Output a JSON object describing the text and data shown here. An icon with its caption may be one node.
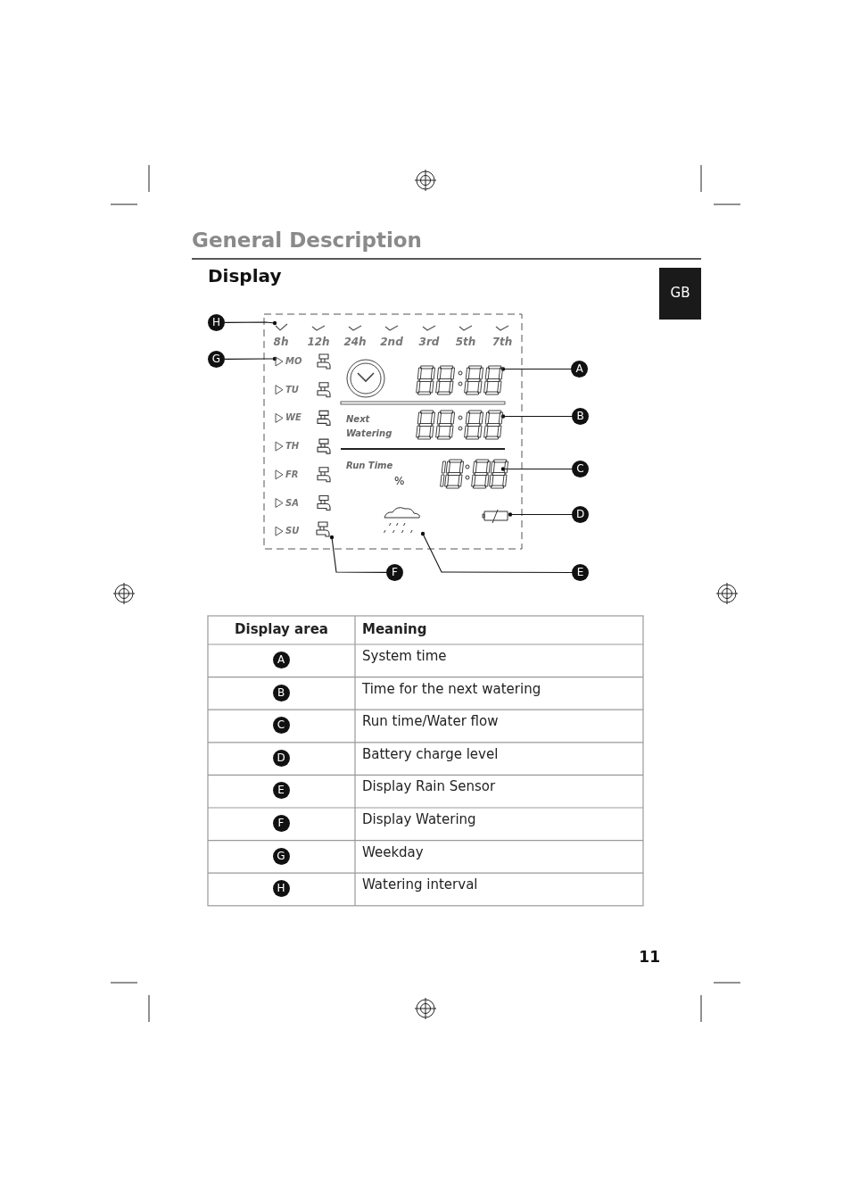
{
  "diagram": {
    "title": "General Description",
    "nodes": [
      {
        "text": [
          "H"
        ]
      },
      {
        "text": [
          "G"
        ]
      },
      {
        "text": [
          "A"
        ]
      },
      {
        "text": [
          "B"
        ]
      },
      {
        "text": [
          "C"
        ]
      },
      {
        "text": [
          "D"
        ]
      },
      {
        "text": [
          "F"
        ]
      },
      {
        "text": [
          "E"
        ]
      },
      {
        "text": [],
        "shape": "checkmark"
      },
      {
        "text": [],
        "shape": "triangle"
      },
      {
        "text": [],
        "shape": "display"
      },
      {
        "text": [],
        "shape": "display"
      },
      {
        "text": [],
        "shape": "display"
      },
      {
        "text": [],
        "shape": "battery"
      },
      {
        "text": [],
        "shape": "tap"
      },
      {
        "text": [],
        "shape": "cloud"
      },
      {
        "text": [
          "A"
        ]
      },
      {
        "text": [
          "B"
        ]
      },
      {
        "text": [
          "C"
        ]
      },
      {
        "text": [
          "D"
        ]
      },
      {
        "text": [
          "E"
        ]
      },
      {
        "text": [
          "F"
        ]
      },
      {
        "text": [
          "G"
        ]
      },
      {
        "text": [
          "H"
        ]
      }
    ],
    "edges": [
      {
        "from": 0,
        "to": 8,
        "arrow": "other"
      },
      {
        "from": 1,
        "to": 9,
        "arrow": "other"
      },
      {
        "from": 2,
        "to": 10,
        "arrow": "other"
      },
      {
        "from": 3,
        "to": 11,
        "arrow": "other"
      },
      {
        "from": 4,
        "to": 12,
        "arrow": "other"
      },
      {
        "from": 5,
        "to": 13,
        "arrow": "other"
      },
      {
        "from": 6,
        "to": 14,
        "arrow": "other"
      },
      {
        "from": 7,
        "to": 15,
        "arrow": "other"
      }
    ],
    "labels": [
      "Display",
      "GB",
      "8h",
      "12h",
      "24h",
      "2nd",
      "3rd",
      "5th",
      "7th",
      "MO",
      "TU",
      "WE",
      "TH",
      "FR",
      "SA",
      "SU",
      "Next Watering",
      "Run Time",
      "%",
      "Display area",
      "Meaning",
      "System time",
      "Time for the next watering",
      "Run time/Water flow",
      "Battery charge level",
      "Display Rain Sensor",
      "Display Watering",
      "Weekday",
      "Watering interval",
      "11"
    ]
  }
}
